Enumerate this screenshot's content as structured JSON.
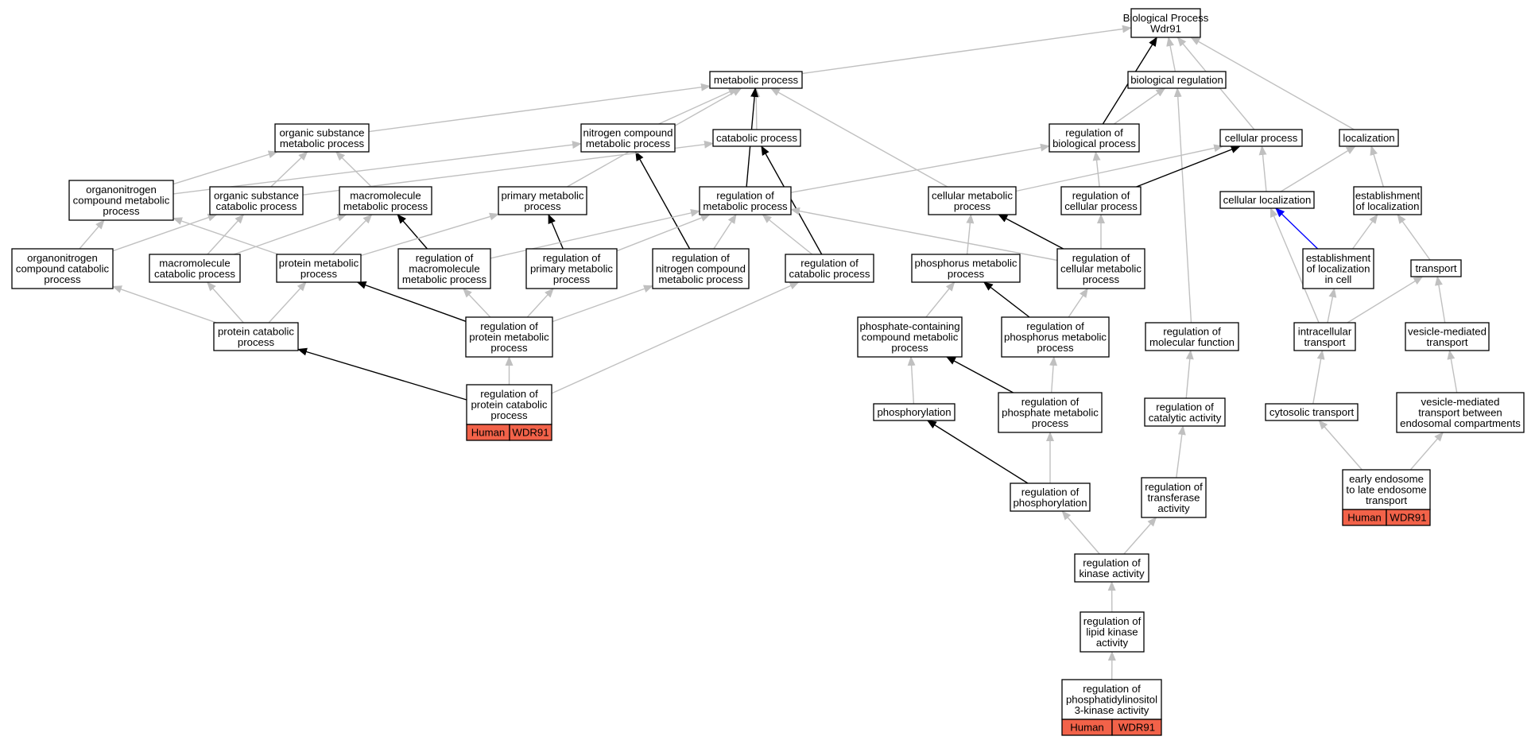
{
  "colors": {
    "edge_default": "#c0c0c0",
    "edge_strong": "#000000",
    "edge_blue": "#0000ff",
    "annotation_fill": "#f26249",
    "node_border": "#000000",
    "background": "#ffffff"
  },
  "nodes": [
    {
      "id": "bp",
      "label": [
        "Biological Process",
        "Wdr91"
      ]
    },
    {
      "id": "metabolic",
      "label": [
        "metabolic process"
      ]
    },
    {
      "id": "bioreg",
      "label": [
        "biological regulation"
      ]
    },
    {
      "id": "orgsub",
      "label": [
        "organic substance",
        "metabolic process"
      ]
    },
    {
      "id": "nitro",
      "label": [
        "nitrogen compound",
        "metabolic process"
      ]
    },
    {
      "id": "catabolic",
      "label": [
        "catabolic process"
      ]
    },
    {
      "id": "regbio",
      "label": [
        "regulation of",
        "biological process"
      ]
    },
    {
      "id": "cellproc",
      "label": [
        "cellular process"
      ]
    },
    {
      "id": "localization",
      "label": [
        "localization"
      ]
    },
    {
      "id": "orgnitro",
      "label": [
        "organonitrogen",
        "compound metabolic",
        "process"
      ]
    },
    {
      "id": "orgsubcat",
      "label": [
        "organic substance",
        "catabolic process"
      ]
    },
    {
      "id": "macromet",
      "label": [
        "macromolecule",
        "metabolic process"
      ]
    },
    {
      "id": "primary",
      "label": [
        "primary metabolic",
        "process"
      ]
    },
    {
      "id": "regmet",
      "label": [
        "regulation of",
        "metabolic process"
      ]
    },
    {
      "id": "cellmet",
      "label": [
        "cellular metabolic",
        "process"
      ]
    },
    {
      "id": "regcell",
      "label": [
        "regulation of",
        "cellular process"
      ]
    },
    {
      "id": "cellloc",
      "label": [
        "cellular localization"
      ]
    },
    {
      "id": "estloc",
      "label": [
        "establishment",
        "of localization"
      ]
    },
    {
      "id": "orgnitrocat",
      "label": [
        "organonitrogen",
        "compound catabolic",
        "process"
      ]
    },
    {
      "id": "macrocat",
      "label": [
        "macromolecule",
        "catabolic process"
      ]
    },
    {
      "id": "protmet",
      "label": [
        "protein metabolic",
        "process"
      ]
    },
    {
      "id": "regmacro",
      "label": [
        "regulation of",
        "macromolecule",
        "metabolic process"
      ]
    },
    {
      "id": "regprim",
      "label": [
        "regulation of",
        "primary metabolic",
        "process"
      ]
    },
    {
      "id": "regnitro",
      "label": [
        "regulation of",
        "nitrogen compound",
        "metabolic process"
      ]
    },
    {
      "id": "regcat",
      "label": [
        "regulation of",
        "catabolic process"
      ]
    },
    {
      "id": "phosmet",
      "label": [
        "phosphorus metabolic",
        "process"
      ]
    },
    {
      "id": "regcellmet",
      "label": [
        "regulation of",
        "cellular metabolic",
        "process"
      ]
    },
    {
      "id": "estlocincell",
      "label": [
        "establishment",
        "of localization",
        "in cell"
      ]
    },
    {
      "id": "transport",
      "label": [
        "transport"
      ]
    },
    {
      "id": "protcat",
      "label": [
        "protein catabolic",
        "process"
      ]
    },
    {
      "id": "regprot",
      "label": [
        "regulation of",
        "protein metabolic",
        "process"
      ]
    },
    {
      "id": "phoscont",
      "label": [
        "phosphate-containing",
        "compound metabolic",
        "process"
      ]
    },
    {
      "id": "regphosmet",
      "label": [
        "regulation of",
        "phosphorus metabolic",
        "process"
      ]
    },
    {
      "id": "regmolfunc",
      "label": [
        "regulation of",
        "molecular function"
      ]
    },
    {
      "id": "intra",
      "label": [
        "intracellular",
        "transport"
      ]
    },
    {
      "id": "vesicle",
      "label": [
        "vesicle-mediated",
        "transport"
      ]
    },
    {
      "id": "regprotcat",
      "label": [
        "regulation of",
        "protein catabolic",
        "process"
      ],
      "annotation": [
        "Human",
        "WDR91"
      ]
    },
    {
      "id": "phosphorylation",
      "label": [
        "phosphorylation"
      ]
    },
    {
      "id": "regphosphate",
      "label": [
        "regulation of",
        "phosphate metabolic",
        "process"
      ]
    },
    {
      "id": "regcatact",
      "label": [
        "regulation of",
        "catalytic activity"
      ]
    },
    {
      "id": "cytosolic",
      "label": [
        "cytosolic transport"
      ]
    },
    {
      "id": "vesendo",
      "label": [
        "vesicle-mediated",
        "transport between",
        "endosomal compartments"
      ]
    },
    {
      "id": "regphosphorylation",
      "label": [
        "regulation of",
        "phosphorylation"
      ]
    },
    {
      "id": "regtrans",
      "label": [
        "regulation of",
        "transferase",
        "activity"
      ]
    },
    {
      "id": "earlyendo",
      "label": [
        "early endosome",
        "to late endosome",
        "transport"
      ],
      "annotation": [
        "Human",
        "WDR91"
      ]
    },
    {
      "id": "regkinase",
      "label": [
        "regulation of",
        "kinase activity"
      ]
    },
    {
      "id": "reglipid",
      "label": [
        "regulation of",
        "lipid kinase",
        "activity"
      ]
    },
    {
      "id": "regpi3k",
      "label": [
        "regulation of",
        "phosphatidylinositol",
        "3-kinase activity"
      ],
      "annotation": [
        "Human",
        "WDR91"
      ]
    }
  ],
  "edges": [
    {
      "from": "metabolic",
      "to": "bp",
      "style": "default"
    },
    {
      "from": "bioreg",
      "to": "bp",
      "style": "default"
    },
    {
      "from": "cellproc",
      "to": "bp",
      "style": "default"
    },
    {
      "from": "localization",
      "to": "bp",
      "style": "default"
    },
    {
      "from": "regbio",
      "to": "bp",
      "style": "strong"
    },
    {
      "from": "orgsub",
      "to": "metabolic",
      "style": "default"
    },
    {
      "from": "nitro",
      "to": "metabolic",
      "style": "default"
    },
    {
      "from": "catabolic",
      "to": "metabolic",
      "style": "default"
    },
    {
      "from": "primary",
      "to": "metabolic",
      "style": "default"
    },
    {
      "from": "cellmet",
      "to": "metabolic",
      "style": "default"
    },
    {
      "from": "regmet",
      "to": "metabolic",
      "style": "strong"
    },
    {
      "from": "regbio",
      "to": "bioreg",
      "style": "default"
    },
    {
      "from": "regmolfunc",
      "to": "bioreg",
      "style": "default"
    },
    {
      "from": "orgnitro",
      "to": "orgsub",
      "style": "default"
    },
    {
      "from": "orgsubcat",
      "to": "orgsub",
      "style": "default"
    },
    {
      "from": "macromet",
      "to": "orgsub",
      "style": "default"
    },
    {
      "from": "orgnitro",
      "to": "nitro",
      "style": "default"
    },
    {
      "from": "regnitro",
      "to": "nitro",
      "style": "strong"
    },
    {
      "from": "orgsubcat",
      "to": "catabolic",
      "style": "default"
    },
    {
      "from": "regcat",
      "to": "catabolic",
      "style": "strong"
    },
    {
      "from": "regmet",
      "to": "regbio",
      "style": "default"
    },
    {
      "from": "regcell",
      "to": "regbio",
      "style": "default"
    },
    {
      "from": "cellmet",
      "to": "cellproc",
      "style": "default"
    },
    {
      "from": "cellloc",
      "to": "cellproc",
      "style": "default"
    },
    {
      "from": "regcell",
      "to": "cellproc",
      "style": "strong"
    },
    {
      "from": "cellloc",
      "to": "localization",
      "style": "default"
    },
    {
      "from": "estloc",
      "to": "localization",
      "style": "default"
    },
    {
      "from": "orgnitrocat",
      "to": "orgnitro",
      "style": "default"
    },
    {
      "from": "protmet",
      "to": "orgnitro",
      "style": "default"
    },
    {
      "from": "orgnitrocat",
      "to": "orgsubcat",
      "style": "default"
    },
    {
      "from": "macrocat",
      "to": "orgsubcat",
      "style": "default"
    },
    {
      "from": "macrocat",
      "to": "macromet",
      "style": "default"
    },
    {
      "from": "protmet",
      "to": "macromet",
      "style": "default"
    },
    {
      "from": "regmacro",
      "to": "macromet",
      "style": "strong"
    },
    {
      "from": "protmet",
      "to": "primary",
      "style": "default"
    },
    {
      "from": "regprim",
      "to": "primary",
      "style": "strong"
    },
    {
      "from": "regmacro",
      "to": "regmet",
      "style": "default"
    },
    {
      "from": "regprim",
      "to": "regmet",
      "style": "default"
    },
    {
      "from": "regnitro",
      "to": "regmet",
      "style": "default"
    },
    {
      "from": "regcat",
      "to": "regmet",
      "style": "default"
    },
    {
      "from": "regcellmet",
      "to": "regmet",
      "style": "default"
    },
    {
      "from": "phosmet",
      "to": "cellmet",
      "style": "default"
    },
    {
      "from": "regcellmet",
      "to": "cellmet",
      "style": "strong"
    },
    {
      "from": "regcellmet",
      "to": "regcell",
      "style": "default"
    },
    {
      "from": "intra",
      "to": "cellloc",
      "style": "default"
    },
    {
      "from": "estlocincell",
      "to": "cellloc",
      "style": "blue"
    },
    {
      "from": "estlocincell",
      "to": "estloc",
      "style": "default"
    },
    {
      "from": "transport",
      "to": "estloc",
      "style": "default"
    },
    {
      "from": "protcat",
      "to": "orgnitrocat",
      "style": "default"
    },
    {
      "from": "protcat",
      "to": "macrocat",
      "style": "default"
    },
    {
      "from": "protcat",
      "to": "protmet",
      "style": "default"
    },
    {
      "from": "regprot",
      "to": "protmet",
      "style": "strong"
    },
    {
      "from": "regprot",
      "to": "regmacro",
      "style": "default"
    },
    {
      "from": "regprot",
      "to": "regprim",
      "style": "default"
    },
    {
      "from": "regprot",
      "to": "regnitro",
      "style": "default"
    },
    {
      "from": "regprotcat",
      "to": "regcat",
      "style": "default"
    },
    {
      "from": "phoscont",
      "to": "phosmet",
      "style": "default"
    },
    {
      "from": "regphosmet",
      "to": "phosmet",
      "style": "strong"
    },
    {
      "from": "regphosmet",
      "to": "regcellmet",
      "style": "default"
    },
    {
      "from": "intra",
      "to": "estlocincell",
      "style": "default"
    },
    {
      "from": "intra",
      "to": "transport",
      "style": "default"
    },
    {
      "from": "vesicle",
      "to": "transport",
      "style": "default"
    },
    {
      "from": "regprotcat",
      "to": "protcat",
      "style": "strong"
    },
    {
      "from": "regprotcat",
      "to": "regprot",
      "style": "default"
    },
    {
      "from": "phosphorylation",
      "to": "phoscont",
      "style": "default"
    },
    {
      "from": "regphosphate",
      "to": "phoscont",
      "style": "strong"
    },
    {
      "from": "regphosphate",
      "to": "regphosmet",
      "style": "default"
    },
    {
      "from": "regcatact",
      "to": "regmolfunc",
      "style": "default"
    },
    {
      "from": "cytosolic",
      "to": "intra",
      "style": "default"
    },
    {
      "from": "vesendo",
      "to": "vesicle",
      "style": "default"
    },
    {
      "from": "regphosphorylation",
      "to": "phosphorylation",
      "style": "strong"
    },
    {
      "from": "regphosphorylation",
      "to": "regphosphate",
      "style": "default"
    },
    {
      "from": "regtrans",
      "to": "regcatact",
      "style": "default"
    },
    {
      "from": "earlyendo",
      "to": "cytosolic",
      "style": "default"
    },
    {
      "from": "earlyendo",
      "to": "vesendo",
      "style": "default"
    },
    {
      "from": "regkinase",
      "to": "regphosphorylation",
      "style": "default"
    },
    {
      "from": "regkinase",
      "to": "regtrans",
      "style": "default"
    },
    {
      "from": "reglipid",
      "to": "regkinase",
      "style": "default"
    },
    {
      "from": "regpi3k",
      "to": "reglipid",
      "style": "default"
    }
  ]
}
